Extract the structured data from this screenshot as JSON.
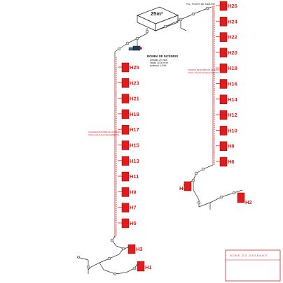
{
  "diagram": {
    "tank_area": "25m²",
    "test_point": "P.A.- PONTO DE ANÁLISE",
    "pump": {
      "title": "BOMBA DE INCÊNDIO",
      "lines": [
        "pressão 20 mca",
        "vazão 10,00 m³/h",
        "potência 4,2HH"
      ]
    },
    "left_note": [
      "SISTEMA DE BOMBA DE INCÊNDIO",
      "COM 2 VÁLVULAS FECHAMENTO"
    ],
    "right_note": [
      "SISTEMA DE BOMBA DE INCÊNDIO",
      "COM 2 VÁLVULAS FECHAMENTO"
    ],
    "left_column": [
      "H25",
      "H23",
      "H21",
      "H19",
      "H17",
      "H15",
      "H13",
      "H11",
      "H9",
      "H7",
      "H5"
    ],
    "right_column": [
      "H26",
      "H24",
      "H22",
      "H20",
      "H18",
      "H16",
      "H14",
      "H12",
      "H10",
      "H8",
      "H6"
    ],
    "bottom_hydrants": [
      "H3",
      "H1"
    ],
    "mid_hydrants": [
      "H4",
      "H2"
    ],
    "title_block": "NOME DO DESENHO"
  },
  "colors": {
    "hydrant": "#e21b1b",
    "pipe": "#d93a3a",
    "line": "#2a2a2a"
  }
}
